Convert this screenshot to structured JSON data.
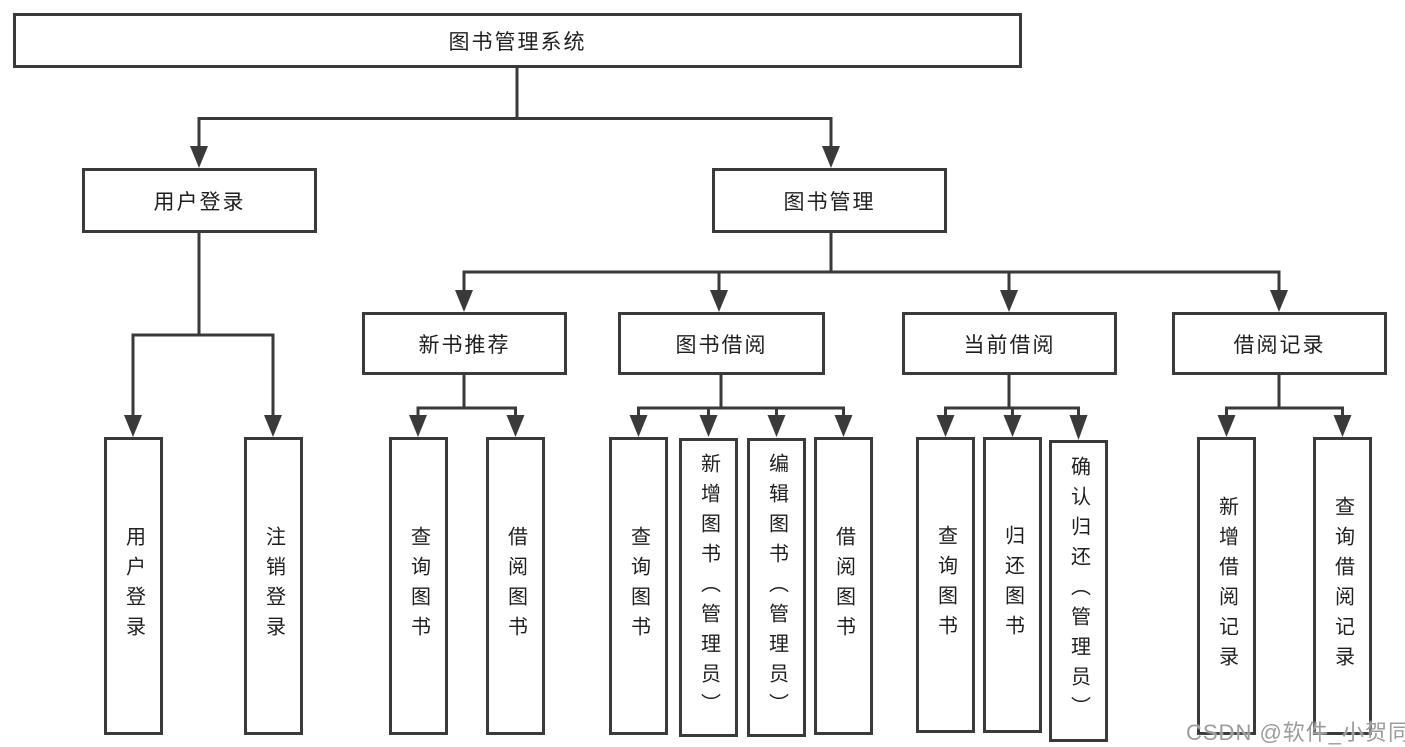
{
  "nodes": {
    "root": "图书管理系统",
    "level2": {
      "user_login": "用户登录",
      "book_management": "图书管理"
    },
    "level3": {
      "new_book_recommend": "新书推荐",
      "book_borrow": "图书借阅",
      "current_borrow": "当前借阅",
      "borrow_record": "借阅记录"
    },
    "leaves": {
      "user_login": "用户登录",
      "logout": "注销登录",
      "nbr_query_book": "查询图书",
      "nbr_borrow_book": "借阅图书",
      "bb_query_book": "查询图书",
      "bb_add_book": "新增图书（管理员）",
      "bb_edit_book": "编辑图书（管理员）",
      "bb_borrow_book": "借阅图书",
      "cb_query_book": "查询图书",
      "cb_return_book": "归还图书",
      "cb_confirm_return": "确认归还（管理员）",
      "br_add_record": "新增借阅记录",
      "br_query_record": "查询借阅记录"
    }
  },
  "watermark": "CSDN @软件_小贺同学",
  "colors": {
    "line": "#3a3a3a",
    "text": "#1f1f1f",
    "background": "#ffffff",
    "watermark": "#9c9c9c"
  }
}
